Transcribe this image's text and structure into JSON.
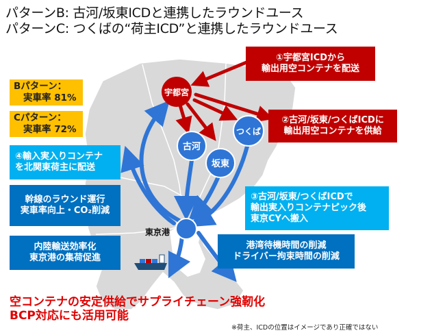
{
  "titles": {
    "line1": "パターンB: 古河/坂東ICDと連携したラウンドユース",
    "line2": "パターンC: つくばの“荷主ICD”と連携したラウンドユース"
  },
  "nodes": {
    "utsunomiya": "宇都宮",
    "koga": "古河",
    "bando": "坂東",
    "tsukuba": "つくば",
    "tokyo_port": "東京港"
  },
  "steps": {
    "step1": {
      "line1": "①宇都宮ICDから",
      "line2": "輸出用空コンテナを配送"
    },
    "step2": {
      "line1": "②古河/坂東/つくばICDに",
      "line2": "輸出用空コンテナを供給"
    },
    "step3": {
      "line1": "③古河/坂東/つくばICDで",
      "line2": "輸出実入りコンテナピック後",
      "line3": "東京CYへ搬入"
    },
    "step4": {
      "line1": "④輸入実入りコンテナ",
      "line2": "を北関東荷主に配送"
    }
  },
  "patterns": {
    "b": {
      "line1": "Bパターン：",
      "line2": "実車率 81%"
    },
    "c": {
      "line1": "Cパターン：",
      "line2": "実車率 72%"
    }
  },
  "benefits": {
    "round_operation": {
      "line1": "幹線のラウンド運行",
      "line2": "実車率向上・CO₂削減"
    },
    "inland": {
      "line1": "内陸輸送効率化",
      "line2": "東京港の集荷促進"
    },
    "port": {
      "line1": "港湾待機時間の削減",
      "line2": "ドライバー拘束時間の削減"
    }
  },
  "slogan": {
    "line1": "空コンテナの安定供給でサプライチェーン強靭化",
    "line2": "BCP対応にも活用可能"
  },
  "footnote": "※荷主、ICDの位置はイメージであり正確ではない",
  "colors": {
    "red": "#c00000",
    "blue_arrow": "#2e75d6",
    "cyan": "#00b0f0",
    "navy": "#0070c0",
    "yellow": "#ffc000",
    "land": "#d9d9d9",
    "slogan_red": "#e00000"
  }
}
